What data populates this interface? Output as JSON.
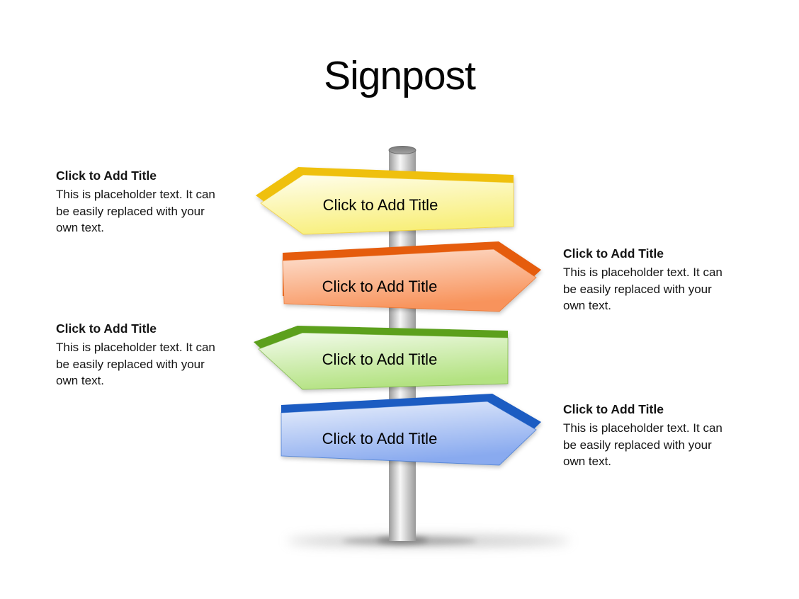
{
  "slide": {
    "title": "Signpost",
    "background_color": "#FFFFFF",
    "text_color": "#141414"
  },
  "signs": [
    {
      "name": "yellow",
      "direction": "left",
      "label": "Click to Add Title",
      "bevel_color": "#EFC008",
      "face_top": "#FFFEEF",
      "face_bottom": "#F8EF7B"
    },
    {
      "name": "orange",
      "direction": "right",
      "label": "Click to Add Title",
      "bevel_color": "#E55C0C",
      "face_top": "#FDE4D6",
      "face_bottom": "#F8935B"
    },
    {
      "name": "green",
      "direction": "left",
      "label": "Click to Add Title",
      "bevel_color": "#5CA01E",
      "face_top": "#F3FBEC",
      "face_bottom": "#B3E281"
    },
    {
      "name": "blue",
      "direction": "right",
      "label": "Click to Add Title",
      "bevel_color": "#1C5CC2",
      "face_top": "#EAF0FC",
      "face_bottom": "#89AAEF"
    }
  ],
  "text_blocks": [
    {
      "position": "top-left",
      "heading": "Click to Add Title",
      "lines": [
        "This is placeholder text. It can",
        "be easily replaced with your",
        "own text."
      ]
    },
    {
      "position": "top-right",
      "heading": "Click to Add Title",
      "lines": [
        "This is placeholder text. It can",
        "be easily replaced with your",
        "own text."
      ]
    },
    {
      "position": "bottom-left",
      "heading": "Click to Add Title",
      "lines": [
        "This is placeholder text. It can",
        "be easily replaced with your",
        "own text."
      ]
    },
    {
      "position": "bottom-right",
      "heading": "Click to Add Title",
      "lines": [
        "This is placeholder text. It can",
        "be easily replaced with your",
        "own text."
      ]
    }
  ],
  "pole": {
    "body_light": "#F7F7F7",
    "body_dark": "#9A9A9A",
    "cap_color": "#8C8C8C",
    "cap_rim_color": "#6F6F6F",
    "shadow_color": "#8F8F8F"
  }
}
